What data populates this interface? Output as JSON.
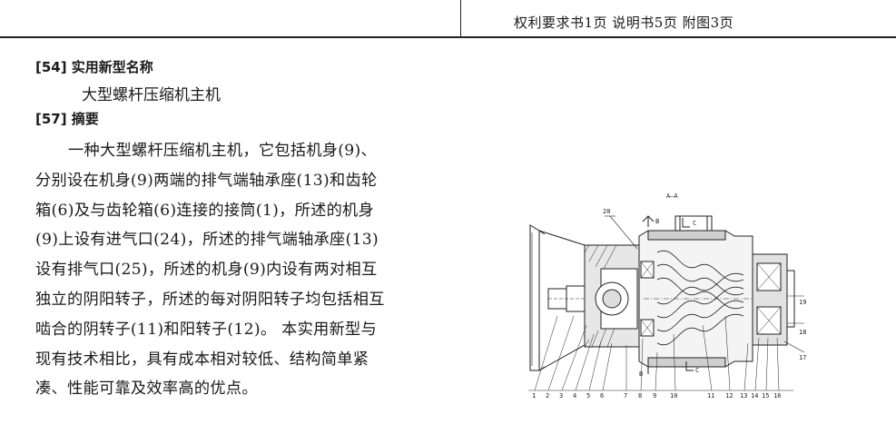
{
  "header": {
    "page_info": "权利要求书1页  说明书5页  附图3页"
  },
  "utility_model": {
    "name_heading": "[54] 实用新型名称",
    "name": "大型螺杆压缩机主机",
    "abstract_heading": "[57] 摘要",
    "abstract_lines": [
      "一种大型螺杆压缩机主机，它包括机身(9)、",
      "分别设在机身(9)两端的排气端轴承座(13)和齿轮",
      "箱(6)及与齿轮箱(6)连接的接筒(1)，所述的机身",
      "(9)上设有进气口(24)，所述的排气端轴承座(13)",
      "设有排气口(25)，所述的机身(9)内设有两对相互",
      "独立的阴阳转子，所述的每对阴阳转子均包括相互",
      "啮合的阴转子(11)和阳转子(12)。 本实用新型与",
      "现有技术相比，具有成本相对较低、结构简单紧",
      "凑、性能可靠及效率高的优点。"
    ]
  },
  "drawing": {
    "section_title": "A—A",
    "section_markers": [
      "B",
      "B",
      "C",
      "C"
    ],
    "callout_top": "20",
    "callouts_right": [
      "19",
      "18",
      "17"
    ],
    "callouts_bottom": [
      "1",
      "2",
      "3",
      "4",
      "5",
      "6",
      "7",
      "8",
      "9",
      "10",
      "11",
      "12",
      "13",
      "14",
      "15",
      "16"
    ]
  }
}
